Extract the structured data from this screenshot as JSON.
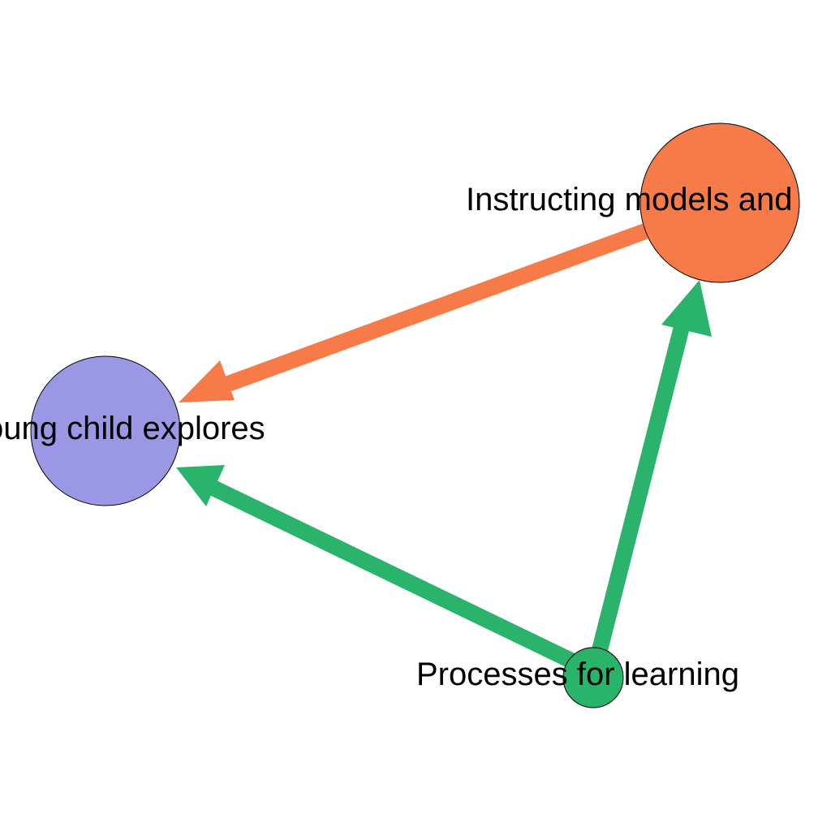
{
  "diagram": {
    "nodes": [
      {
        "id": "instructing",
        "label": "Instructing models and",
        "color": "#F77B48"
      },
      {
        "id": "child",
        "label": "young child explores",
        "color": "#9A97E4"
      },
      {
        "id": "processes",
        "label": "Processes for learning",
        "color": "#2AB36A"
      }
    ],
    "edges": [
      {
        "from": "instructing",
        "to": "child",
        "color": "#F77B48"
      },
      {
        "from": "processes",
        "to": "child",
        "color": "#2AB36A"
      },
      {
        "from": "processes",
        "to": "instructing",
        "color": "#2AB36A"
      }
    ]
  }
}
